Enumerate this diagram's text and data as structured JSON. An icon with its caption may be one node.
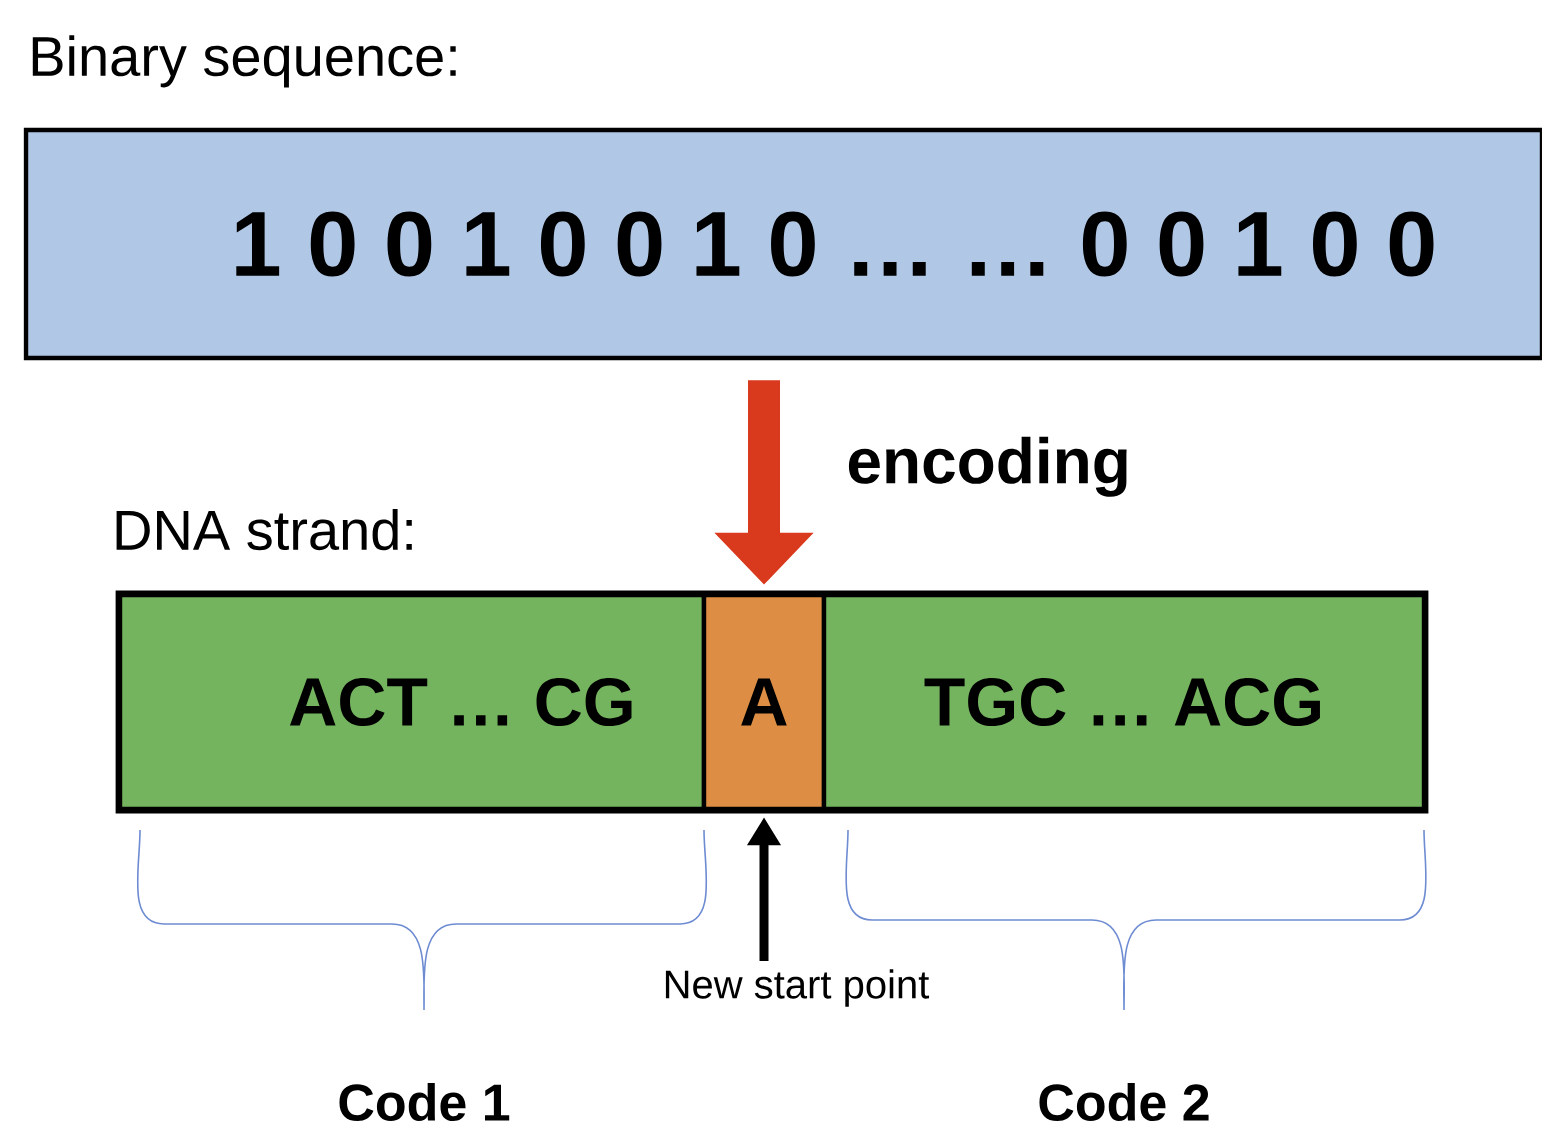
{
  "diagram": {
    "nodes": [
      {
        "text": [
          "Binary sequence:",
          "1 0 0 1 0 0 1 0 … … 0 0 1 0 0"
        ]
      },
      {
        "text": [
          "DNA strand:"
        ]
      },
      {
        "text": [
          "ACT … CG"
        ],
        "in": 1
      },
      {
        "text": [
          "A"
        ],
        "in": 1
      },
      {
        "text": [
          "TGC … ACG"
        ],
        "in": 1
      },
      {
        "text": [
          "New start point"
        ]
      }
    ],
    "edges": [
      {
        "from": 0,
        "to": 3,
        "arrow": "to",
        "label": "encoding",
        "style": "thick",
        "color": "#d9391c"
      },
      {
        "from": 5,
        "to": 3,
        "arrow": "to",
        "color": "#000000"
      }
    ],
    "labels": [
      "Code 1",
      "Code 2"
    ]
  }
}
